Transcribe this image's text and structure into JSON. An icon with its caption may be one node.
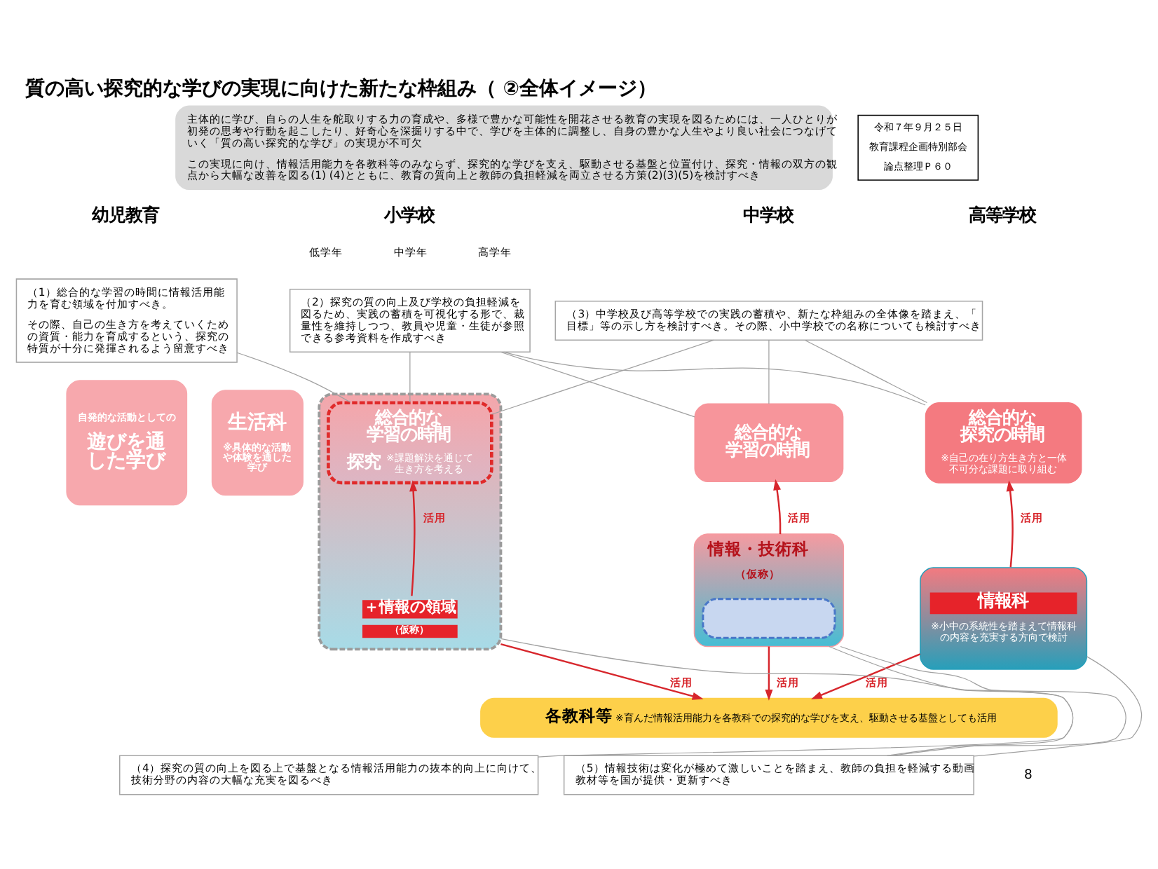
{
  "diagram": {
    "title": "質の高い探究的な学びの実現に向けた新たな枠組み（ ②全体イメージ）",
    "nodes": [
      {
        "text": [
          "令和７年９月２５日",
          "教育課程企画特別部会",
          "論点整理Ｐ６０"
        ]
      },
      {
        "text": [
          "主体的に学び、自らの人生を舵取りする力の育成や、多様で豊かな可能性を開花させる教育の実現を図るためには、一人ひとりが初発の思考や行動を起こしたり、好奇心を深掘りする中で、学びを主体的に調整し、自身の豊かな人生やより良い社会につなげていく「質の高い探究的な学び」の実現が不可欠",
          "この実現に向け、情報活用能力を各教科等のみならず、探究的な学びを支え、駆動させる基盤と位置付け、探究・情報の双方の観点から大幅な改善を図る(1) (4)とともに、教育の質向上と教師の負担軽減を両立させる方策(2)(3)(5)を検討すべき"
        ]
      },
      {
        "text": [
          "（1）総合的な学習の時間に情報活用能力を育む領域を付加すべき。",
          "その際、自己の生き方を考えていくための資質・能力を育成するという、探究の特質が十分に発揮されるよう留意すべき"
        ]
      },
      {
        "text": [
          "（2）探究の質の向上及び学校の負担軽減を図るため、実践の蓄積を可視化する形で、裁量性を維持しつつ、教員や児童・生徒が参照できる参考資料を作成すべき"
        ]
      },
      {
        "text": [
          "（3）中学校及び高等学校での実践の蓄積や、新たな枠組みの全体像を踏まえ、「目標」等の示し方を検討すべき。その際、小中学校での名称についても検討すべき"
        ]
      },
      {
        "text": [
          "自発的な活動としての",
          "遊びを通した学び"
        ]
      },
      {
        "text": [
          "生活科",
          "※具体的な活動や体験を通した学び"
        ]
      },
      {
        "text": [],
        "shape": "box"
      },
      {
        "text": [
          "総合的な学習の時間",
          "探究",
          "※課題解決を通じて生き方を考える"
        ],
        "in": 7
      },
      {
        "text": [
          "総合的な学習の時間"
        ]
      },
      {
        "text": [
          "情報・技術科",
          "（仮称）"
        ]
      },
      {
        "text": [],
        "shape": "box",
        "in": 10
      },
      {
        "text": [
          "＋情報の領域",
          "（仮称）"
        ],
        "in": 7
      },
      {
        "text": [
          "総合的な探究の時間",
          "※自己の在り方生き方と一体不可分な課題に取り組む"
        ]
      },
      {
        "text": [
          "情報科",
          "※小中の系統性を踏まえて情報科の内容を充実する方向で検討"
        ]
      },
      {
        "text": [
          "各教科等",
          "※育んだ情報活用能力を各教科での探究的な学びを支え、駆動させる基盤としても活用"
        ]
      },
      {
        "text": [
          "（4）探究の質の向上を図る上で基盤となる情報活用能力の抜本的向上に向けて、技術分野の内容の大幅な充実を図るべき"
        ]
      },
      {
        "text": [
          "（5）情報技術は変化が極めて激しいことを踏まえ、教師の負担を軽減する動画教材等を国が提供・更新すべき"
        ]
      }
    ],
    "edges": [
      {
        "from": 12,
        "to": 8,
        "arrow": "to",
        "label": "活用",
        "color": "#d7262c"
      },
      {
        "from": 7,
        "to": 15,
        "arrow": "to",
        "label": "活用",
        "color": "#d7262c"
      },
      {
        "from": 10,
        "to": 9,
        "arrow": "to",
        "label": "活用",
        "color": "#d7262c"
      },
      {
        "from": 10,
        "to": 15,
        "arrow": "to",
        "label": "活用",
        "color": "#d7262c"
      },
      {
        "from": 14,
        "to": 13,
        "arrow": "to",
        "label": "活用",
        "color": "#d7262c"
      },
      {
        "from": 14,
        "to": 15,
        "arrow": "to",
        "label": "活用",
        "color": "#d7262c"
      },
      {
        "from": 2,
        "to": 8,
        "arrow": "none"
      },
      {
        "from": 3,
        "to": 8,
        "arrow": "none"
      },
      {
        "from": 3,
        "to": 9,
        "arrow": "none"
      },
      {
        "from": 3,
        "to": 13,
        "arrow": "none"
      },
      {
        "from": 4,
        "to": 8,
        "arrow": "none"
      },
      {
        "from": 4,
        "to": 9,
        "arrow": "none"
      },
      {
        "from": 4,
        "to": 13,
        "arrow": "none"
      },
      {
        "from": 16,
        "to": 10,
        "arrow": "none"
      },
      {
        "from": 17,
        "to": 7,
        "arrow": "none"
      },
      {
        "from": 17,
        "to": 10,
        "arrow": "none"
      },
      {
        "from": 17,
        "to": 14,
        "arrow": "none"
      }
    ],
    "labels": [
      "幼児教育",
      "小学校",
      "低学年",
      "中学年",
      "高学年",
      "中学校",
      "高等学校",
      "8"
    ]
  }
}
